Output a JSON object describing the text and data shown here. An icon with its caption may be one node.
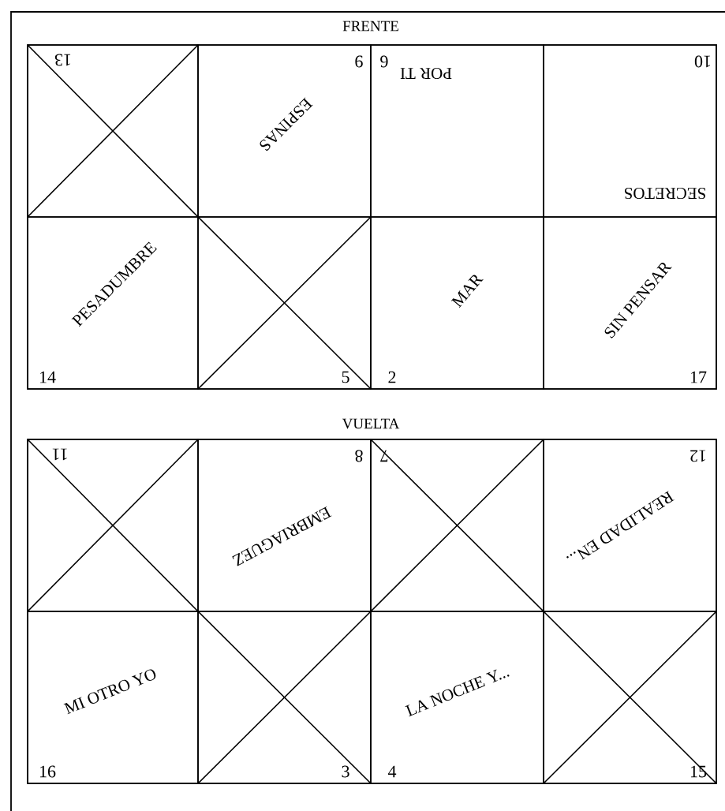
{
  "diagram": {
    "nodes": [
      {
        "text": [
          "FRENTE"
        ]
      },
      {
        "text": [
          "13"
        ],
        "in": 0
      },
      {
        "text": [
          "9",
          "ESPINAS"
        ],
        "in": 0
      },
      {
        "text": [
          "6",
          "POR TI"
        ],
        "in": 0
      },
      {
        "text": [
          "10",
          "SECRETOS"
        ],
        "in": 0
      },
      {
        "text": [
          "14",
          "PESADUMBRE"
        ],
        "in": 0
      },
      {
        "text": [
          "5"
        ],
        "in": 0
      },
      {
        "text": [
          "2",
          "MAR"
        ],
        "in": 0
      },
      {
        "text": [
          "17",
          "SIN PENSAR"
        ],
        "in": 0
      },
      {
        "text": [
          "VUELTA"
        ]
      },
      {
        "text": [
          "11"
        ],
        "in": 9
      },
      {
        "text": [
          "8",
          "EMBRIAGUEZ"
        ],
        "in": 9
      },
      {
        "text": [
          "7"
        ],
        "in": 9
      },
      {
        "text": [
          "12",
          "REALIDAD EN..."
        ],
        "in": 9
      },
      {
        "text": [
          "16",
          "MI OTRO YO"
        ],
        "in": 9
      },
      {
        "text": [
          "3"
        ],
        "in": 9
      },
      {
        "text": [
          "4",
          "LA NOCHE Y..."
        ],
        "in": 9
      },
      {
        "text": [
          "15"
        ],
        "in": 9
      }
    ]
  }
}
